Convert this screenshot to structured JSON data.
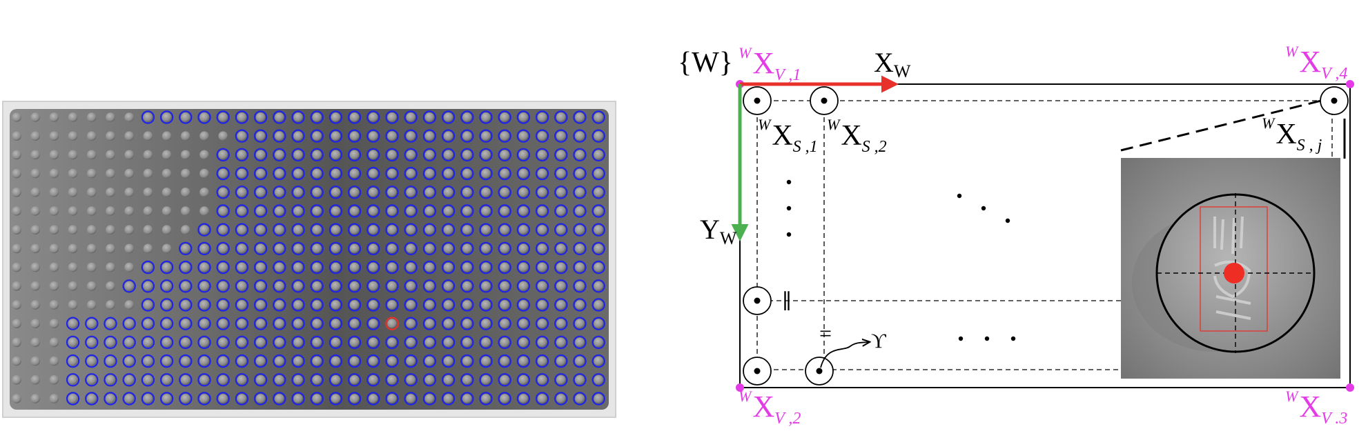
{
  "colors": {
    "detected_ring": "#1f24e8",
    "selected_ring": "#e8312a",
    "vertex_marker": "#e33be6",
    "x_axis": "#e8312a",
    "y_axis": "#4caf50",
    "center_dot": "#ee2d24",
    "crop_box": "#e8312a",
    "baseplate_frame": "#e8e8e8",
    "baseplate_face": "#6e6e6e"
  },
  "left_panel": {
    "grid_cols": 32,
    "grid_rows": 16,
    "row_start_detect": [
      7,
      12,
      11,
      11,
      11,
      11,
      10,
      9,
      7,
      6,
      7,
      3,
      3,
      3,
      3,
      3
    ],
    "selected_stud": {
      "row": 11,
      "col": 20
    }
  },
  "diagram": {
    "frame_label": "{W}",
    "x_axis_label": "X",
    "x_axis_sub": "W",
    "y_axis_label": "Y",
    "y_axis_sub": "W",
    "pre_sup": "W",
    "vertices": [
      {
        "main": "X",
        "sub": "V ,1"
      },
      {
        "main": "X",
        "sub": "V ,2"
      },
      {
        "main": "X",
        "sub": "V .3"
      },
      {
        "main": "X",
        "sub": "V ,4"
      }
    ],
    "studs": [
      {
        "main": "X",
        "sub": "S ,1"
      },
      {
        "main": "X",
        "sub": "S ,2"
      },
      {
        "main": "X",
        "sub": "S , j"
      }
    ],
    "gamma_symbol": "ϒ",
    "ellipsis": "·  ·  ·",
    "parallel_mark": "∥",
    "equal_mark": "="
  }
}
